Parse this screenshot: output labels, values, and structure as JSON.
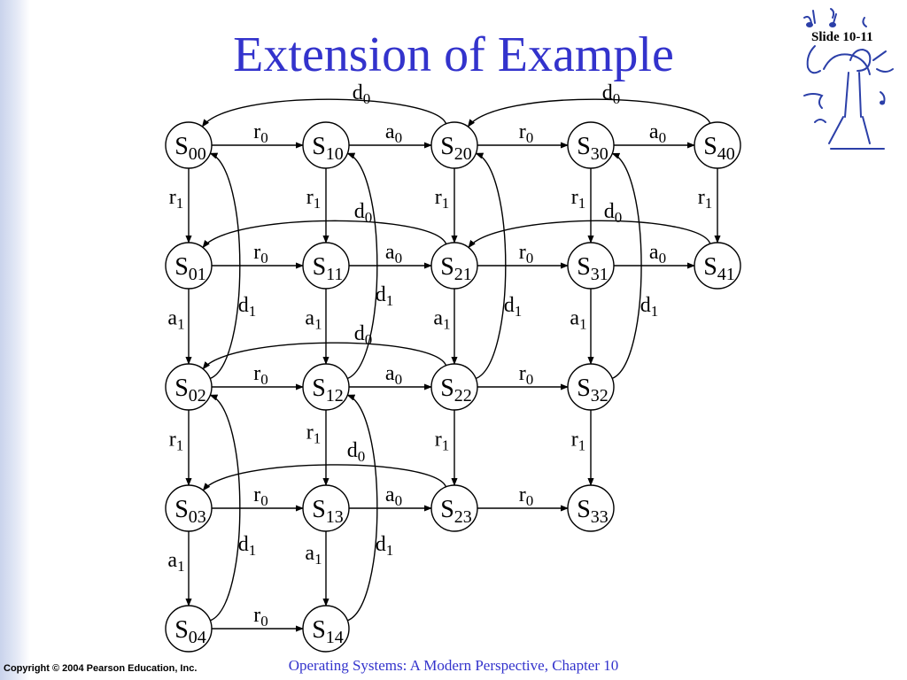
{
  "slide": {
    "title": "Extension of Example",
    "number": "Slide 10-11",
    "copyright": "Copyright © 2004 Pearson Education, Inc.",
    "footer": "Operating Systems: A Modern Perspective, Chapter 10"
  },
  "diagram": {
    "states": [
      {
        "id": "00",
        "label": "S",
        "sub": "00"
      },
      {
        "id": "10",
        "label": "S",
        "sub": "10"
      },
      {
        "id": "20",
        "label": "S",
        "sub": "20"
      },
      {
        "id": "30",
        "label": "S",
        "sub": "30"
      },
      {
        "id": "40",
        "label": "S",
        "sub": "40"
      },
      {
        "id": "01",
        "label": "S",
        "sub": "01"
      },
      {
        "id": "11",
        "label": "S",
        "sub": "11"
      },
      {
        "id": "21",
        "label": "S",
        "sub": "21"
      },
      {
        "id": "31",
        "label": "S",
        "sub": "31"
      },
      {
        "id": "41",
        "label": "S",
        "sub": "41"
      },
      {
        "id": "02",
        "label": "S",
        "sub": "02"
      },
      {
        "id": "12",
        "label": "S",
        "sub": "12"
      },
      {
        "id": "22",
        "label": "S",
        "sub": "22"
      },
      {
        "id": "32",
        "label": "S",
        "sub": "32"
      },
      {
        "id": "03",
        "label": "S",
        "sub": "03"
      },
      {
        "id": "13",
        "label": "S",
        "sub": "13"
      },
      {
        "id": "23",
        "label": "S",
        "sub": "23"
      },
      {
        "id": "33",
        "label": "S",
        "sub": "33"
      },
      {
        "id": "04",
        "label": "S",
        "sub": "04"
      },
      {
        "id": "14",
        "label": "S",
        "sub": "14"
      }
    ],
    "transitions": [
      {
        "from": "00",
        "to": "10",
        "label": "r",
        "sub": "0"
      },
      {
        "from": "10",
        "to": "20",
        "label": "a",
        "sub": "0"
      },
      {
        "from": "20",
        "to": "30",
        "label": "r",
        "sub": "0"
      },
      {
        "from": "30",
        "to": "40",
        "label": "a",
        "sub": "0"
      },
      {
        "from": "01",
        "to": "11",
        "label": "r",
        "sub": "0"
      },
      {
        "from": "11",
        "to": "21",
        "label": "a",
        "sub": "0"
      },
      {
        "from": "21",
        "to": "31",
        "label": "r",
        "sub": "0"
      },
      {
        "from": "31",
        "to": "41",
        "label": "a",
        "sub": "0"
      },
      {
        "from": "02",
        "to": "12",
        "label": "r",
        "sub": "0"
      },
      {
        "from": "12",
        "to": "22",
        "label": "a",
        "sub": "0"
      },
      {
        "from": "22",
        "to": "32",
        "label": "r",
        "sub": "0"
      },
      {
        "from": "03",
        "to": "13",
        "label": "r",
        "sub": "0"
      },
      {
        "from": "13",
        "to": "23",
        "label": "a",
        "sub": "0"
      },
      {
        "from": "23",
        "to": "33",
        "label": "r",
        "sub": "0"
      },
      {
        "from": "04",
        "to": "14",
        "label": "r",
        "sub": "0"
      },
      {
        "from": "00",
        "to": "01",
        "label": "r",
        "sub": "1"
      },
      {
        "from": "10",
        "to": "11",
        "label": "r",
        "sub": "1"
      },
      {
        "from": "20",
        "to": "21",
        "label": "r",
        "sub": "1"
      },
      {
        "from": "30",
        "to": "31",
        "label": "r",
        "sub": "1"
      },
      {
        "from": "40",
        "to": "41",
        "label": "r",
        "sub": "1"
      },
      {
        "from": "01",
        "to": "02",
        "label": "a",
        "sub": "1"
      },
      {
        "from": "11",
        "to": "12",
        "label": "a",
        "sub": "1"
      },
      {
        "from": "21",
        "to": "22",
        "label": "a",
        "sub": "1"
      },
      {
        "from": "31",
        "to": "32",
        "label": "a",
        "sub": "1"
      },
      {
        "from": "02",
        "to": "03",
        "label": "r",
        "sub": "1"
      },
      {
        "from": "12",
        "to": "13",
        "label": "r",
        "sub": "1"
      },
      {
        "from": "22",
        "to": "23",
        "label": "r",
        "sub": "1"
      },
      {
        "from": "32",
        "to": "33",
        "label": "r",
        "sub": "1"
      },
      {
        "from": "03",
        "to": "04",
        "label": "a",
        "sub": "1"
      },
      {
        "from": "13",
        "to": "14",
        "label": "a",
        "sub": "1"
      },
      {
        "from": "20",
        "to": "00",
        "label": "d",
        "sub": "0"
      },
      {
        "from": "40",
        "to": "20",
        "label": "d",
        "sub": "0"
      },
      {
        "from": "21",
        "to": "01",
        "label": "d",
        "sub": "0"
      },
      {
        "from": "41",
        "to": "21",
        "label": "d",
        "sub": "0"
      },
      {
        "from": "22",
        "to": "02",
        "label": "d",
        "sub": "0"
      },
      {
        "from": "23",
        "to": "03",
        "label": "d",
        "sub": "0"
      },
      {
        "from": "02",
        "to": "00",
        "label": "d",
        "sub": "1"
      },
      {
        "from": "12",
        "to": "10",
        "label": "d",
        "sub": "1"
      },
      {
        "from": "22",
        "to": "20",
        "label": "d",
        "sub": "1"
      },
      {
        "from": "32",
        "to": "30",
        "label": "d",
        "sub": "1"
      },
      {
        "from": "04",
        "to": "02",
        "label": "d",
        "sub": "1"
      },
      {
        "from": "14",
        "to": "12",
        "label": "d",
        "sub": "1"
      }
    ]
  }
}
